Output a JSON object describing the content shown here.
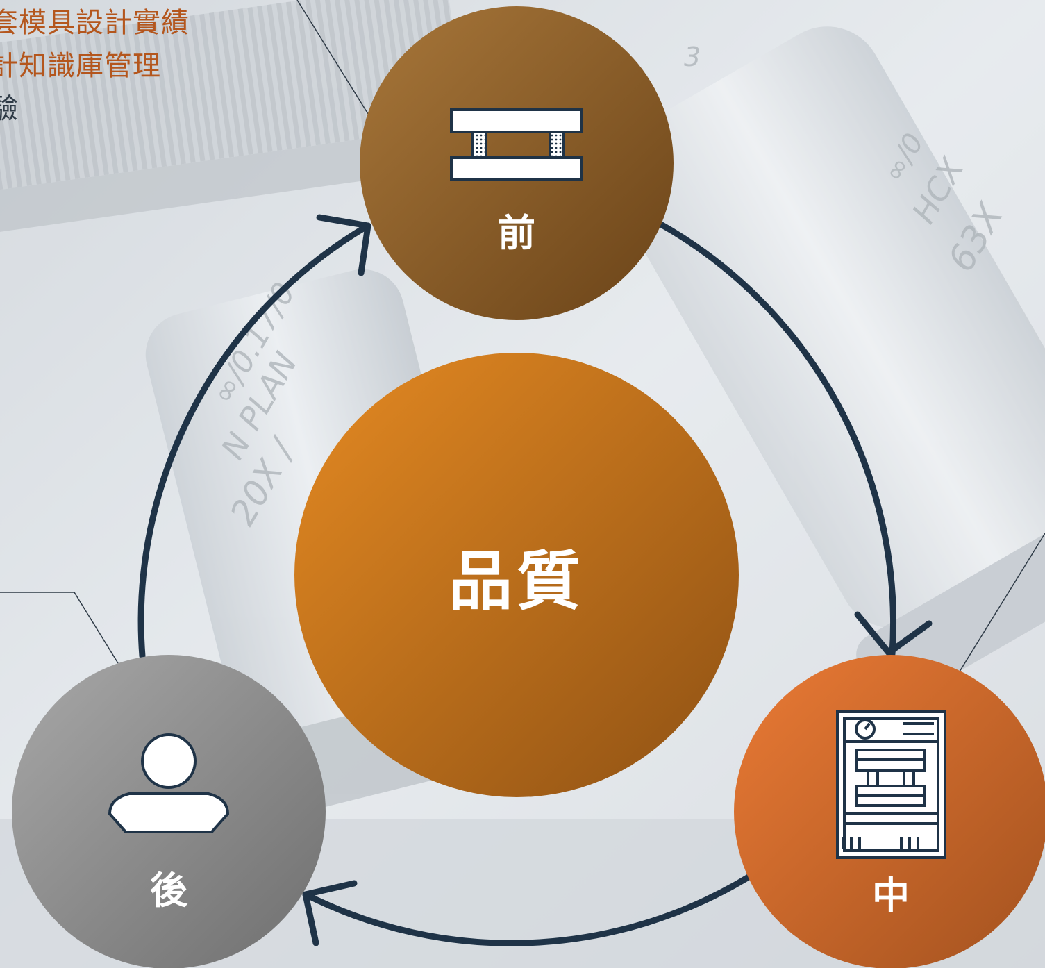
{
  "background": {
    "description_icon": "microscope-objective-lens-photo",
    "tint": "#e6eaee"
  },
  "colors": {
    "arrow": "#1f3347",
    "pre": [
      "#a8773a",
      "#6a4318"
    ],
    "center": [
      "#e58a22",
      "#8e5114"
    ],
    "mid": [
      "#ea7a35",
      "#a3521f"
    ],
    "post": [
      "#a8a8a8",
      "#6f6f6f"
    ],
    "bullet_text": "#b4561d"
  },
  "bullets": {
    "item1": "套模具設計實績",
    "item2": "計知識庫管理",
    "item3": "驗"
  },
  "nodes": {
    "pre": {
      "label": "前",
      "icon": "mold-plates-icon"
    },
    "center": {
      "label": "品質"
    },
    "mid": {
      "label": "中",
      "icon": "press-machine-icon"
    },
    "post": {
      "label": "後",
      "icon": "person-icon"
    }
  },
  "photo_text": {
    "lens1_line1": "∞/0.17/0",
    "lens1_line2": "N PLAN",
    "lens1_line3": "20X /",
    "lens2_line1": "∞/0",
    "lens2_line2": "HCX",
    "lens2_line3": "63X",
    "ring_mark": "3"
  }
}
